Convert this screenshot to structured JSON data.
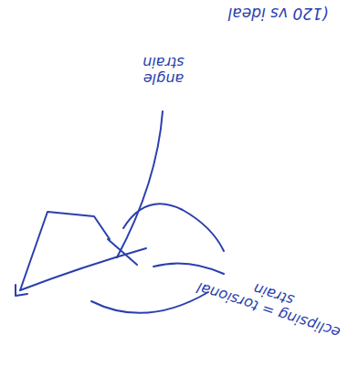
{
  "diagram": {
    "labels": [
      "(120 vs ideal",
      "angle strain",
      "eclipsing = torsional strain"
    ]
  }
}
